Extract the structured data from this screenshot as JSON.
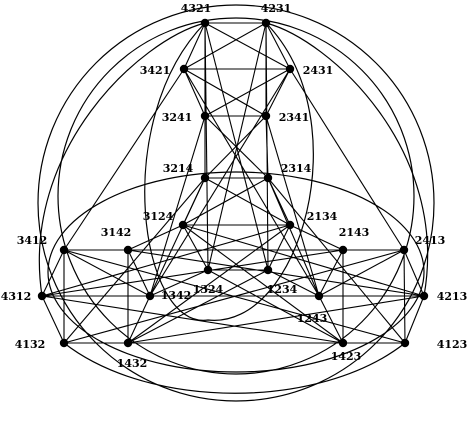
{
  "nodes": [
    {
      "label": "4321"
    },
    {
      "label": "4231"
    },
    {
      "label": "3421"
    },
    {
      "label": "2431"
    },
    {
      "label": "3241"
    },
    {
      "label": "2341"
    },
    {
      "label": "3214"
    },
    {
      "label": "2314"
    },
    {
      "label": "3124"
    },
    {
      "label": "2134"
    },
    {
      "label": "3142"
    },
    {
      "label": "2143"
    },
    {
      "label": "3412"
    },
    {
      "label": "2413"
    },
    {
      "label": "1324"
    },
    {
      "label": "1234"
    },
    {
      "label": "1342"
    },
    {
      "label": "1243"
    },
    {
      "label": "4312"
    },
    {
      "label": "4213"
    },
    {
      "label": "4132"
    },
    {
      "label": "4123"
    },
    {
      "label": "1432"
    },
    {
      "label": "1423"
    }
  ]
}
